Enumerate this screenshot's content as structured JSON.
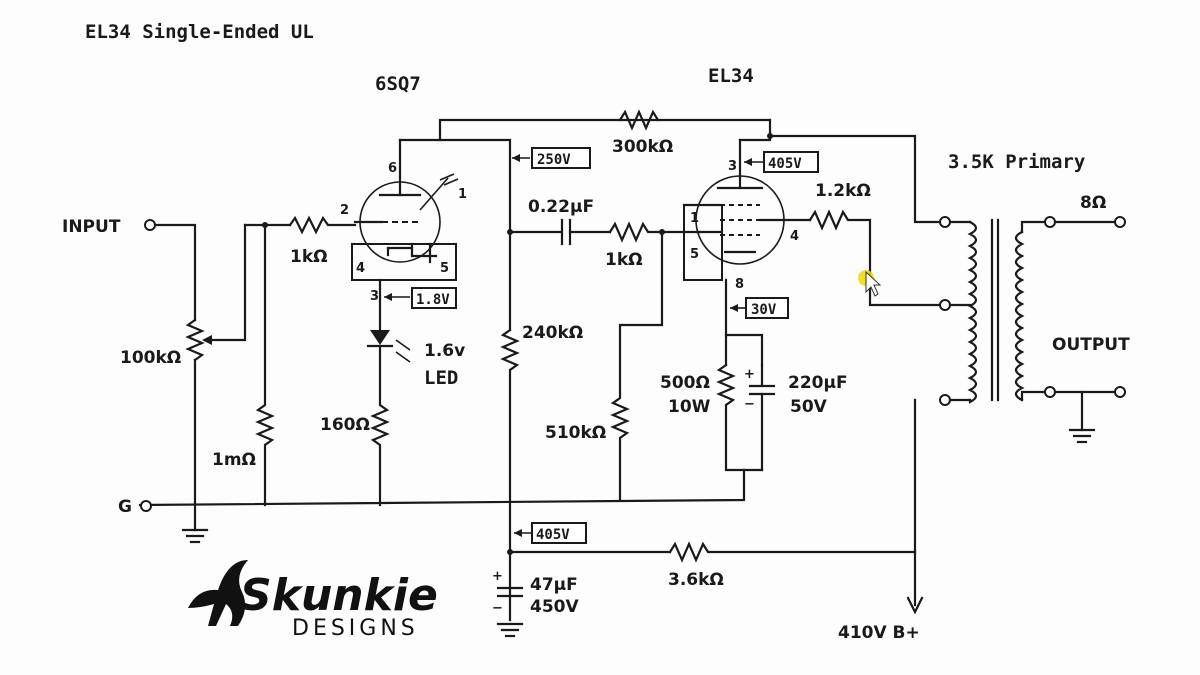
{
  "title": "EL34 Single-Ended UL",
  "tubes": {
    "driver": "6SQ7",
    "output": "EL34"
  },
  "labels": {
    "input": "INPUT",
    "ground": "G",
    "output": "OUTPUT",
    "primary": "3.5K Primary",
    "speaker": "8Ω",
    "bplus": "410V B+"
  },
  "components": {
    "pot": "100kΩ",
    "r_grid_leak": "1mΩ",
    "r_grid_stop": "1kΩ",
    "led_value": "1.6v",
    "led_text": "LED",
    "r_cathode_drv": "160Ω",
    "r_plate_drv": "240kΩ",
    "r_feedback": "300kΩ",
    "c_coupling": "0.22µF",
    "r_grid_stop2": "1kΩ",
    "r_grid_ret": "510kΩ",
    "r_screen": "1.2kΩ",
    "r_cathode_out_1": "500Ω",
    "r_cathode_out_2": "10W",
    "c_cathode_1": "220µF",
    "c_cathode_2": "50V",
    "r_supply": "3.6kΩ",
    "c_supply_1": "47µF",
    "c_supply_2": "450V"
  },
  "voltages": {
    "plate_drv": "250V",
    "cathode_drv": "1.8V",
    "plate_out": "405V",
    "cathode_out": "30V",
    "supply": "405V"
  },
  "pins": {
    "p6": "6",
    "p1": "1",
    "p2": "2",
    "p3": "3",
    "p4": "4",
    "p5": "5",
    "e3": "3",
    "e1": "1",
    "e4": "4",
    "e5": "5",
    "e8": "8"
  },
  "logo": {
    "brand": "Skunkie",
    "sub": "DESIGNS"
  }
}
